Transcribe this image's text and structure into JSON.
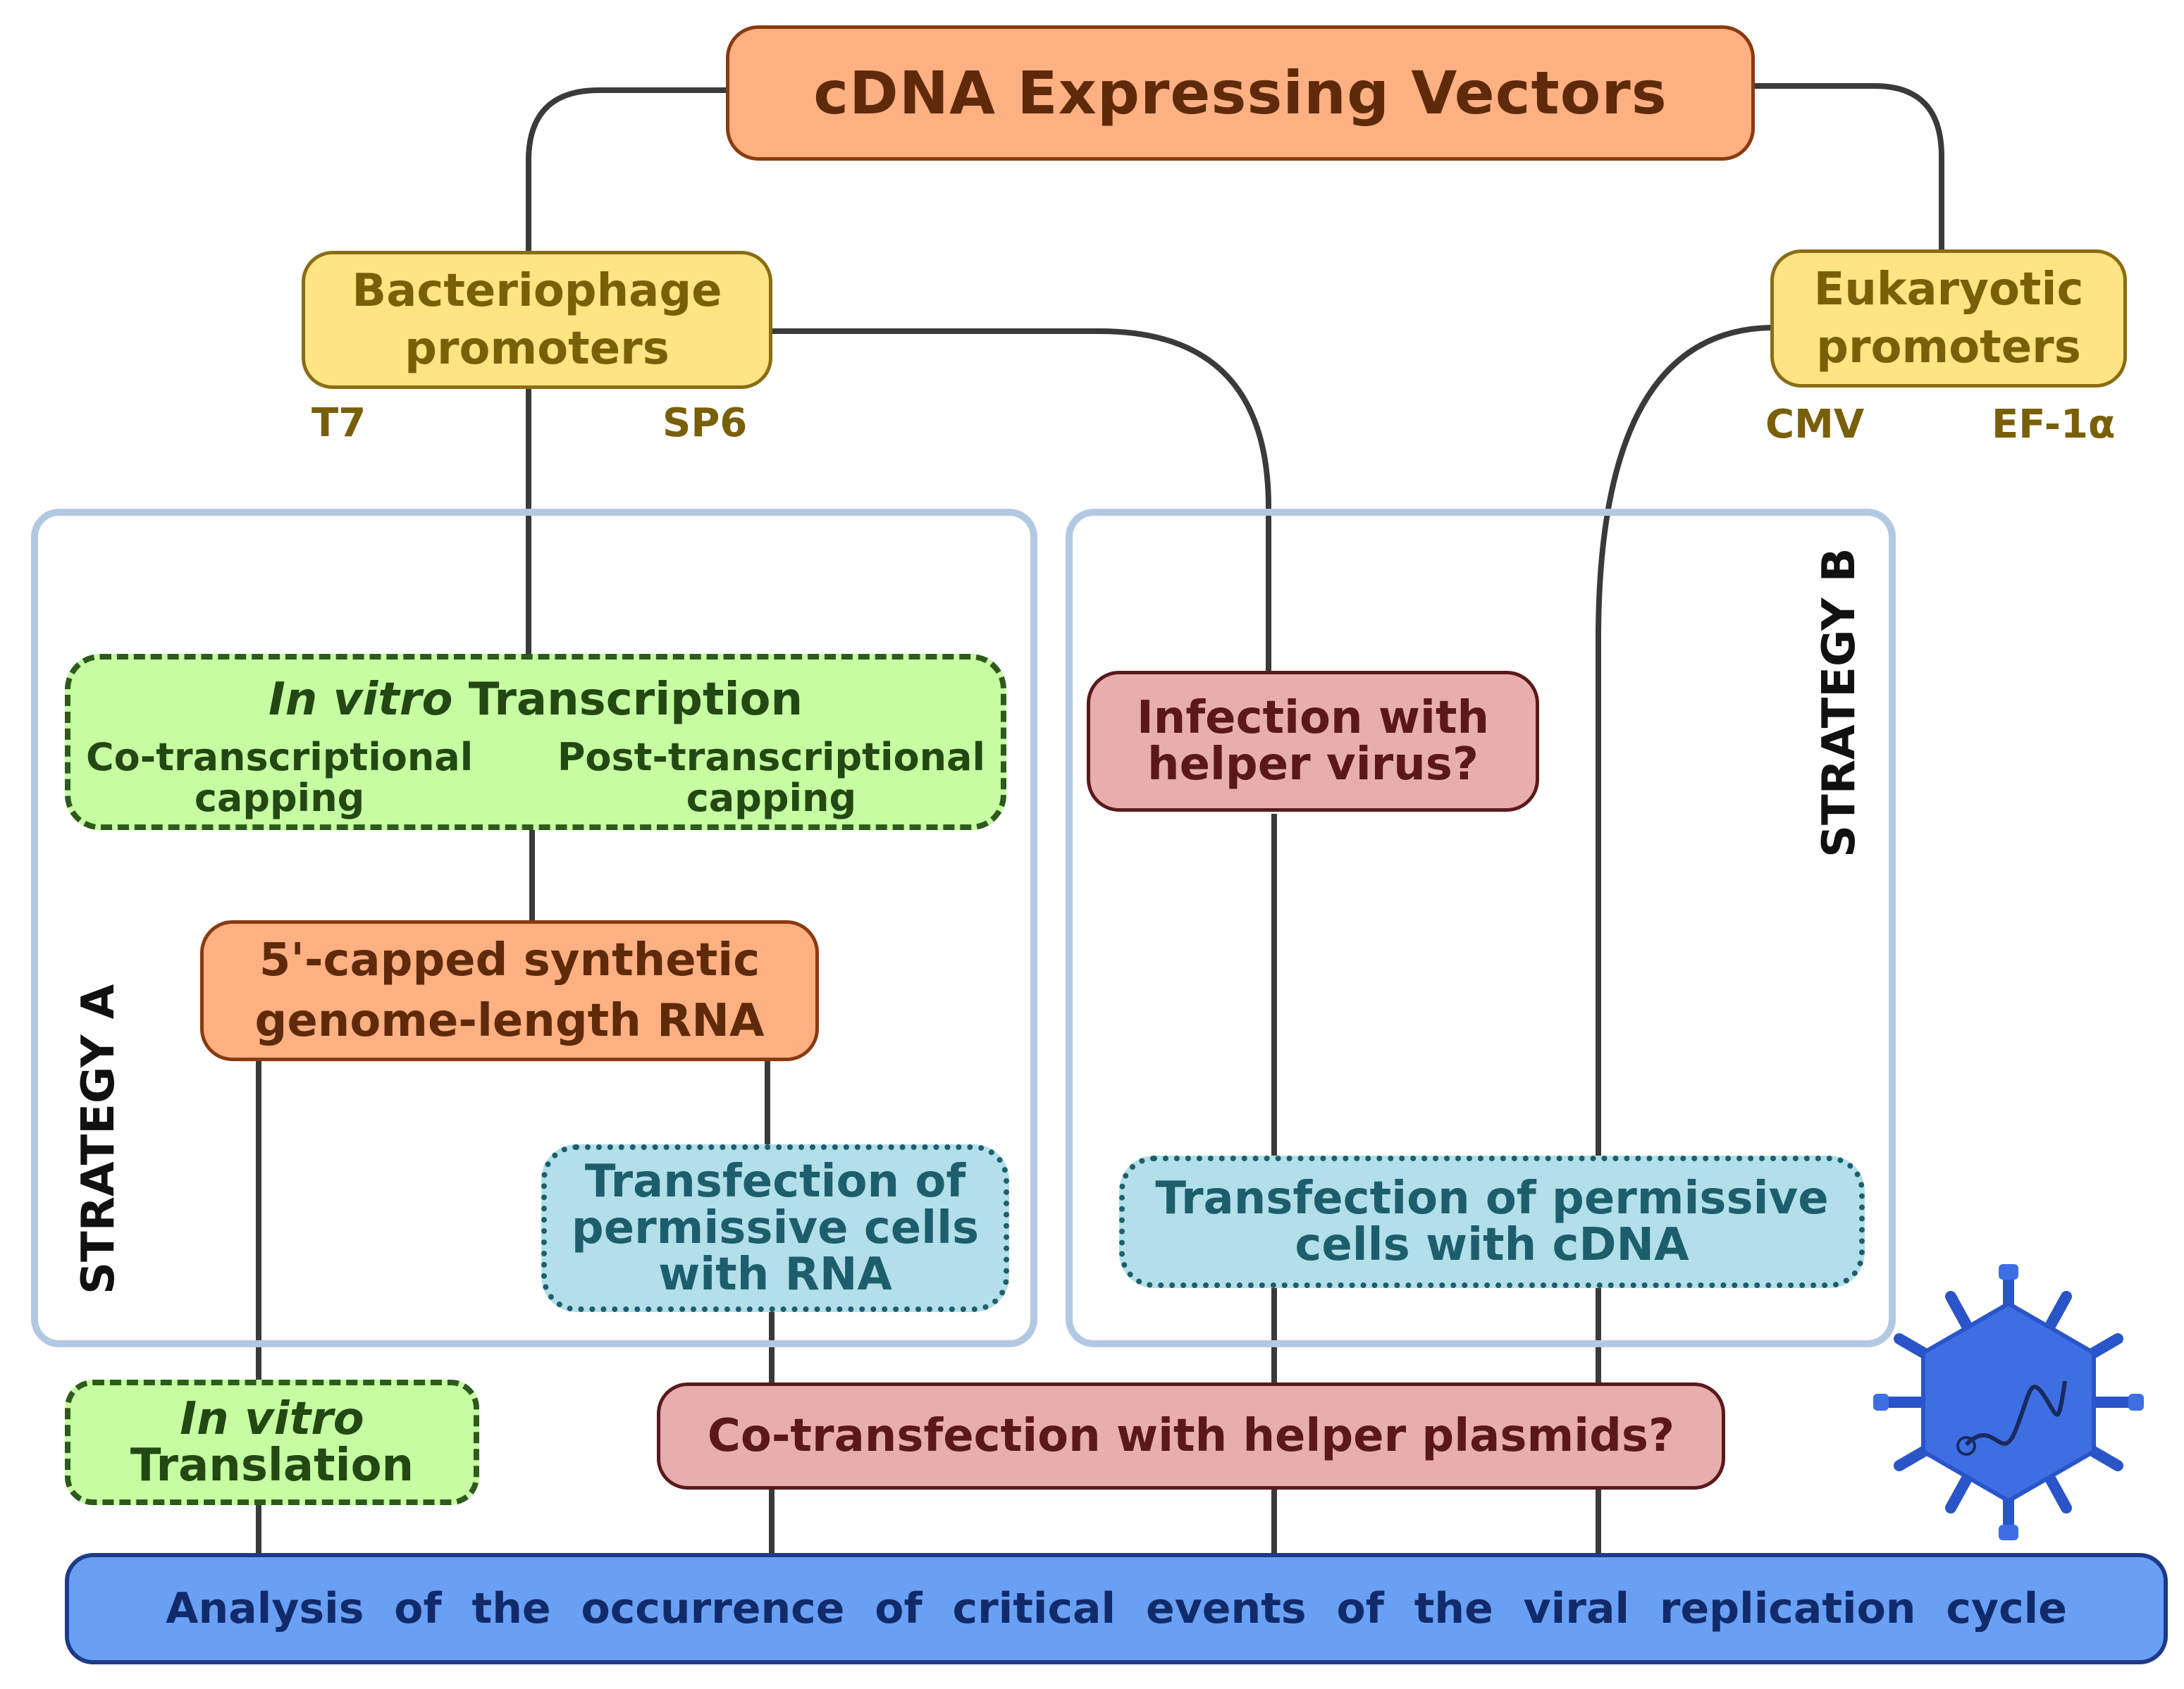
{
  "title": "cDNA Expressing Vectors",
  "bacteriophage": {
    "label_line1": "Bacteriophage",
    "label_line2": "promoters",
    "promoters": [
      "T7",
      "SP6"
    ]
  },
  "eukaryotic": {
    "label_line1": "Eukaryotic",
    "label_line2": "promoters",
    "promoters": [
      "CMV",
      "EF-1α"
    ]
  },
  "strategies": {
    "a": "STRATEGY A",
    "b": "STRATEGY B"
  },
  "transcription": {
    "title_italic": "In vitro",
    "title_rest": "Transcription",
    "left_line1": "Co-transcriptional",
    "left_line2": "capping",
    "right_line1": "Post-transcriptional",
    "right_line2": "capping"
  },
  "capped_rna": {
    "line1": "5'-capped synthetic",
    "line2": "genome-length RNA"
  },
  "transfection_rna": {
    "line1": "Transfection of",
    "line2": "permissive cells",
    "line3": "with RNA"
  },
  "translation": {
    "line1_italic": "In vitro",
    "line2": "Translation"
  },
  "helper_virus": {
    "line1": "Infection with",
    "line2": "helper virus?"
  },
  "transfection_cdna": {
    "line1": "Transfection of permissive",
    "line2": "cells with cDNA"
  },
  "cotransfection": "Co-transfection with helper plasmids?",
  "analysis": "Analysis of the occurrence of critical events of the viral replication cycle",
  "colors": {
    "orange": "#fdb082",
    "yellow": "#ffe483",
    "green": "#c6fda2",
    "pink": "#e8adad",
    "cyan": "#b2dfe9",
    "blue": "#69a0f4",
    "strategy_border": "#b3c8e2",
    "virus": "#3d6fe3"
  },
  "icons": {
    "virus": "virus-icon"
  }
}
